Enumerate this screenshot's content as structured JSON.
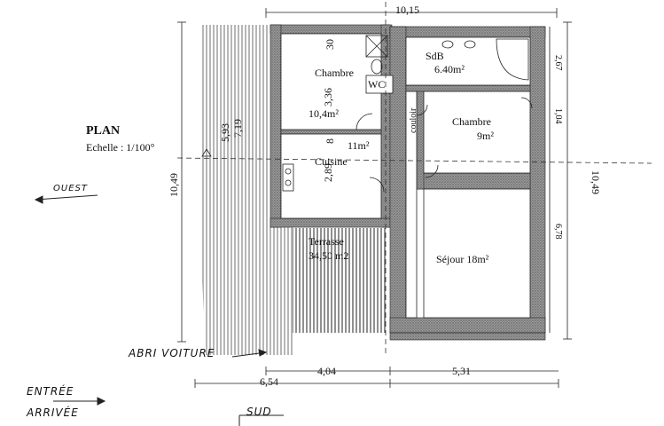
{
  "plan_title": "PLAN",
  "scale": "Echelle : 1/100°",
  "dimensions": {
    "total_width": "10,15",
    "left_height": "10,49",
    "right_height": "10,49",
    "bottom_left": "6,54",
    "bottom_mid": "4,04",
    "bottom_right": "5,31",
    "terrace_height": "5,93",
    "terrace_inner": "7,19",
    "chambre_height": "3,36",
    "chambre_top": "30",
    "cuisine_height": "2,89",
    "cuisine_top": "8",
    "right_267": "2,67",
    "right_104": "1,04",
    "right_678": "6,78"
  },
  "rooms": {
    "chambre1": "Chambre",
    "chambre1_area": "10,4m²",
    "wc": "WC",
    "cuisine": "Cuisine",
    "cuisine_area": "11m²",
    "sdb": "SdB",
    "sdb_area": "6.40m²",
    "couloir": "couloir",
    "chambre2": "Chambre",
    "chambre2_area": "9m²",
    "terrasse": "Terrasse",
    "terrasse_area": "34,50 m2",
    "sejour": "Séjour 18m²"
  },
  "annotations": {
    "ouest": "OUEST",
    "abri": "ABRI VOITURE",
    "entree": "ENTRÉE",
    "arrivee": "ARRIVÉE",
    "sud": "SUD"
  }
}
